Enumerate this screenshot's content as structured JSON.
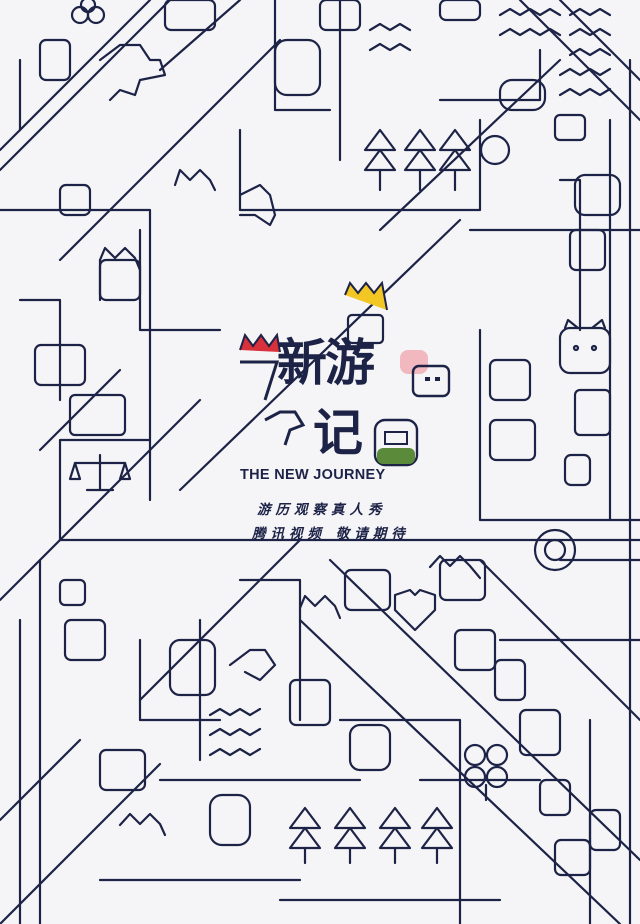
{
  "title": {
    "line1": "新游",
    "line2": "记"
  },
  "subtitle_en": "THE NEW JOURNEY",
  "tagline_1": "游历观察真人秀",
  "tagline_2": "腾讯视频 敬请期待",
  "colors": {
    "line": "#1d2347",
    "background": "#f5f5f7",
    "accent_red": "#d8313b",
    "accent_yellow": "#f2c623",
    "accent_pink": "#f2b8bf",
    "accent_green": "#5a8a3a"
  },
  "icons": [
    "horse-icon",
    "rooster-icon",
    "cat-icon",
    "heart-icon",
    "clover-icon",
    "pine-tree-icon",
    "wave-icon",
    "scale-icon",
    "crown-icon"
  ]
}
